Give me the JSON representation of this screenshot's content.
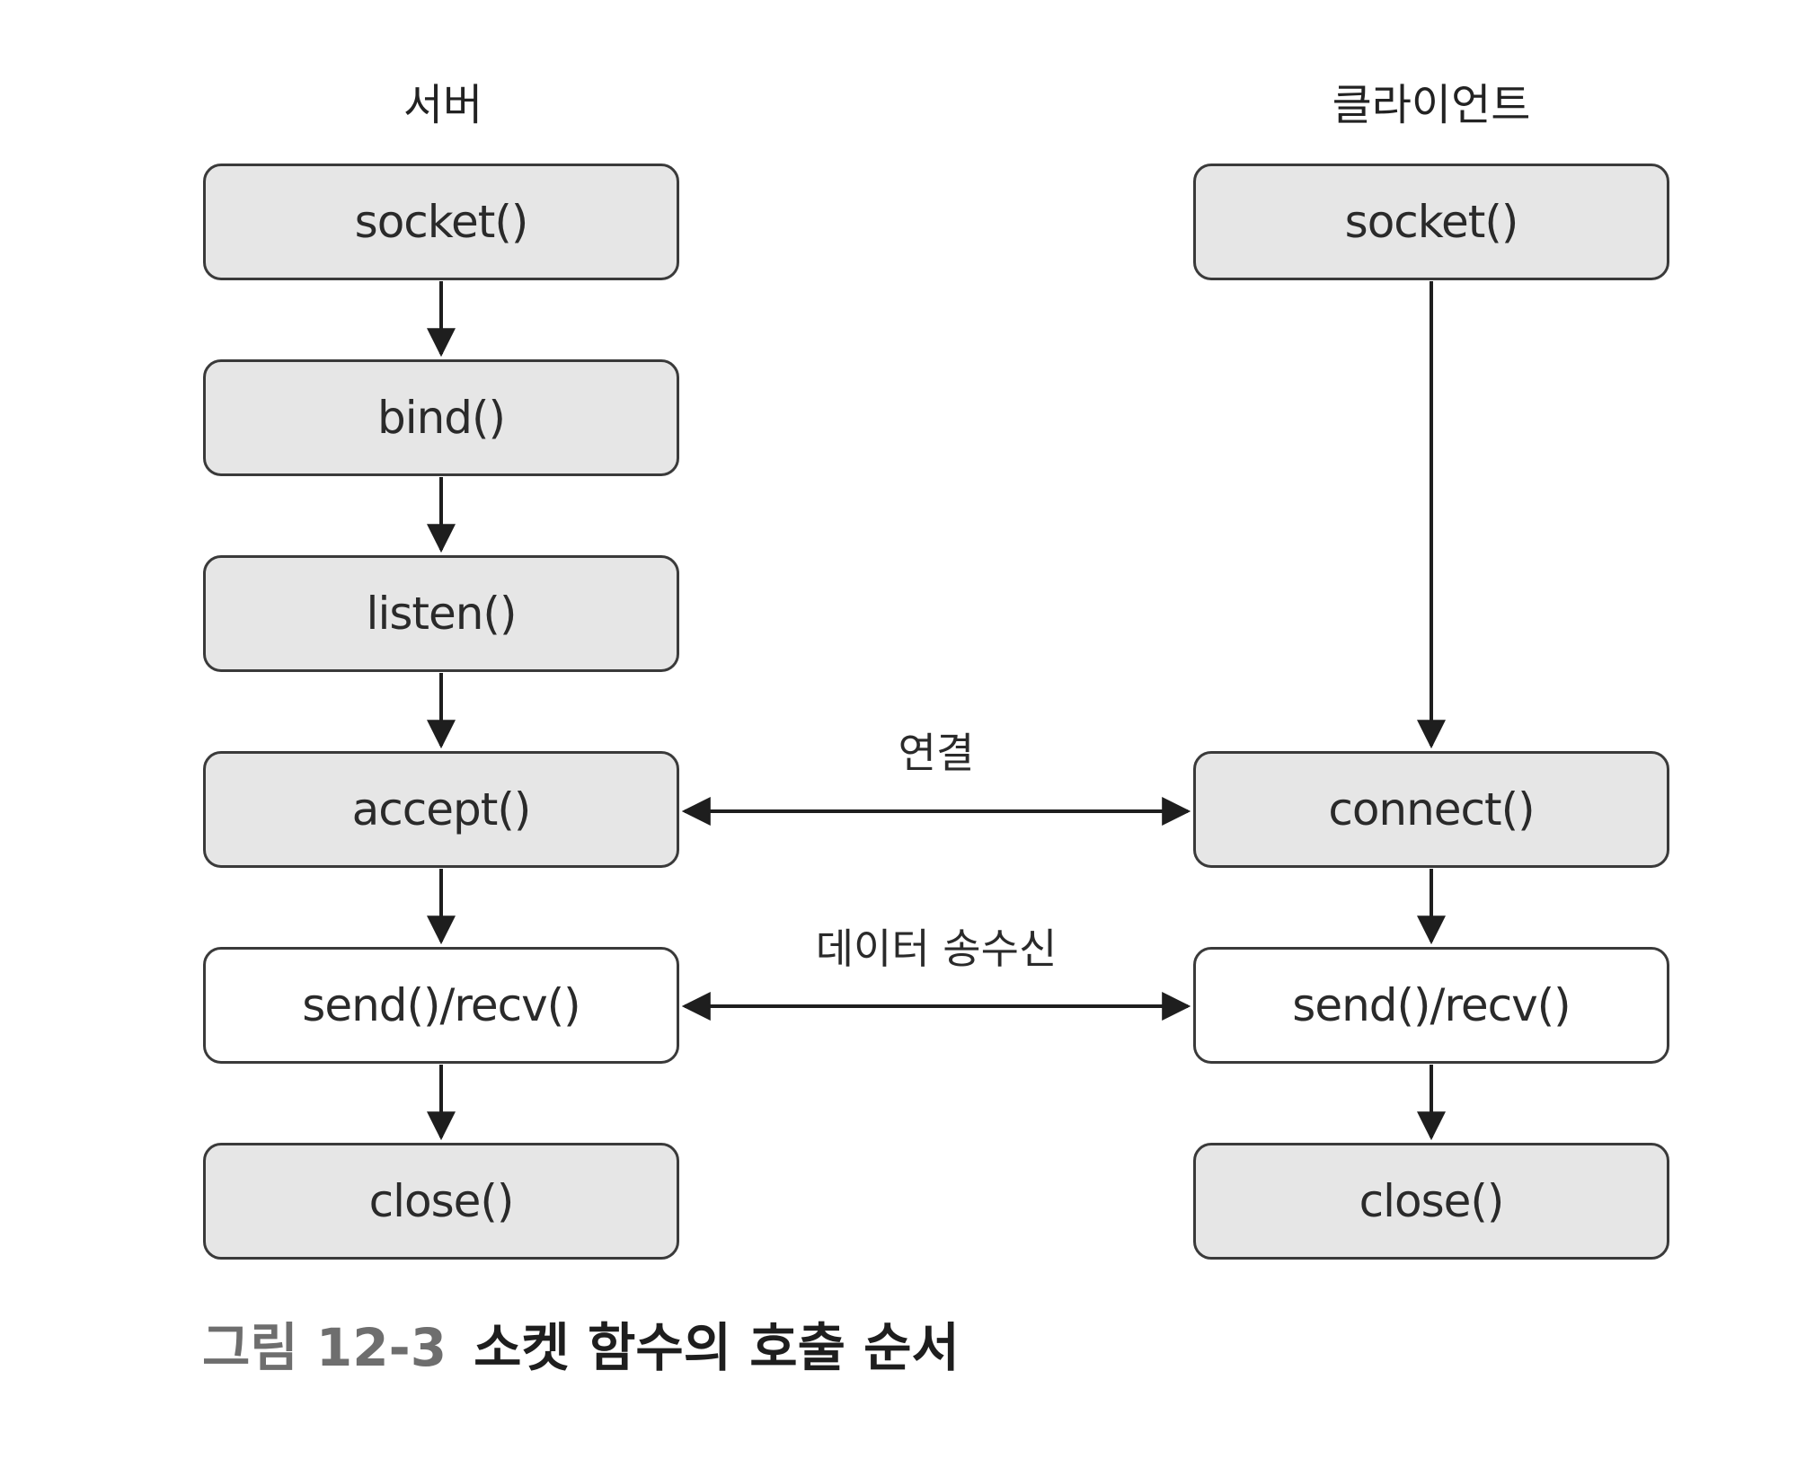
{
  "columns": {
    "server_title": "서버",
    "client_title": "클라이언트"
  },
  "server_steps": [
    "socket()",
    "bind()",
    "listen()",
    "accept()",
    "send()/recv()",
    "close()"
  ],
  "client_steps": [
    "socket()",
    "connect()",
    "send()/recv()",
    "close()"
  ],
  "links": {
    "connection_label": "연결",
    "data_label": "데이터 송수신"
  },
  "caption": {
    "number": "그림 12-3",
    "text": "소켓 함수의 호출 순서"
  },
  "colors": {
    "box_fill": "#e6e6e6",
    "box_fill_white": "#ffffff",
    "stroke": "#1e1e1e",
    "caption_number": "#6e6e6e"
  }
}
